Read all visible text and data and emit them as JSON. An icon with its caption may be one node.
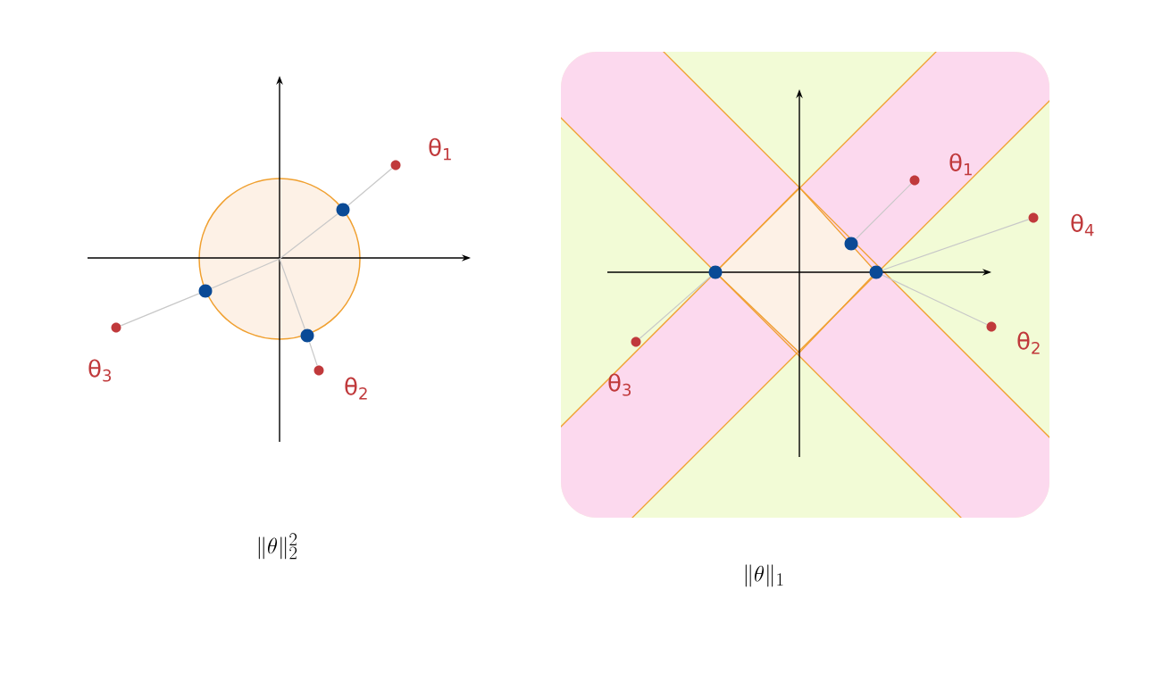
{
  "diagram": {
    "nodes": [
      {
        "text": [],
        "shape": "circle",
        "beside": [
          "θ$_{1}$"
        ]
      },
      {
        "text": [],
        "shape": "circle"
      },
      {
        "text": [],
        "shape": "circle",
        "beside": [
          "θ$_{2}$"
        ]
      },
      {
        "text": [],
        "shape": "circle"
      },
      {
        "text": [],
        "shape": "circle",
        "beside": [
          "θ$_{3}$"
        ]
      },
      {
        "text": [],
        "shape": "circle"
      },
      {
        "text": [],
        "shape": "circle",
        "beside": [
          "θ$_{1}$"
        ]
      },
      {
        "text": [],
        "shape": "circle"
      },
      {
        "text": [],
        "shape": "circle",
        "beside": [
          "θ$_{4}$"
        ]
      },
      {
        "text": [],
        "shape": "circle",
        "beside": [
          "θ$_{2}$"
        ]
      },
      {
        "text": [],
        "shape": "circle"
      },
      {
        "text": [],
        "shape": "circle",
        "beside": [
          "θ$_{3}$"
        ]
      },
      {
        "text": [],
        "shape": "circle"
      }
    ],
    "edges": [
      {
        "from": 0,
        "to": 1,
        "arrow": "none"
      },
      {
        "from": 2,
        "to": 3,
        "arrow": "none"
      },
      {
        "from": 4,
        "to": 5,
        "arrow": "none"
      },
      {
        "from": 6,
        "to": 7,
        "arrow": "none"
      },
      {
        "from": 8,
        "to": 10,
        "arrow": "none"
      },
      {
        "from": 9,
        "to": 10,
        "arrow": "none"
      },
      {
        "from": 11,
        "to": 12,
        "arrow": "none"
      },
      {
        "from": 1,
        "to": null,
        "arrow": "none"
      },
      {
        "from": 3,
        "to": null,
        "arrow": "none"
      },
      {
        "from": 5,
        "to": null,
        "arrow": "none"
      }
    ],
    "labels": [
      "\\|\\theta\\|_2^2",
      "\\|\\theta\\|_1"
    ]
  }
}
